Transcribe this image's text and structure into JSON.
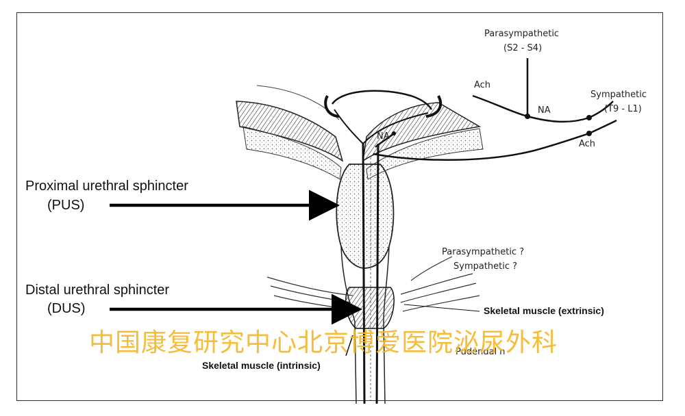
{
  "labels": {
    "pus_name": "Proximal urethral sphincter",
    "pus_abbr": "(PUS)",
    "dus_name": "Distal urethral sphincter",
    "dus_abbr": "(DUS)",
    "skeletal_intrinsic": "Skeletal muscle (intrinsic)",
    "skeletal_extrinsic": "Skeletal muscle (extrinsic)"
  },
  "nerves": {
    "parasympathetic": "Parasympathetic",
    "parasympathetic_range": "(S2 - S4)",
    "sympathetic": "Sympathetic",
    "sympathetic_range": "(T9 - L1)",
    "ach_top": "Ach",
    "ach_bottom": "Ach",
    "na_right": "NA",
    "na_center": "NA",
    "question_para": "Parasympathetic ?",
    "question_symp": "Sympathetic ?",
    "pudendal": "Pudendal n"
  },
  "watermark": "中国康复研究中心北京博爱医院泌尿外科",
  "colors": {
    "watermark": "#f5b82a",
    "ink": "#111111"
  }
}
